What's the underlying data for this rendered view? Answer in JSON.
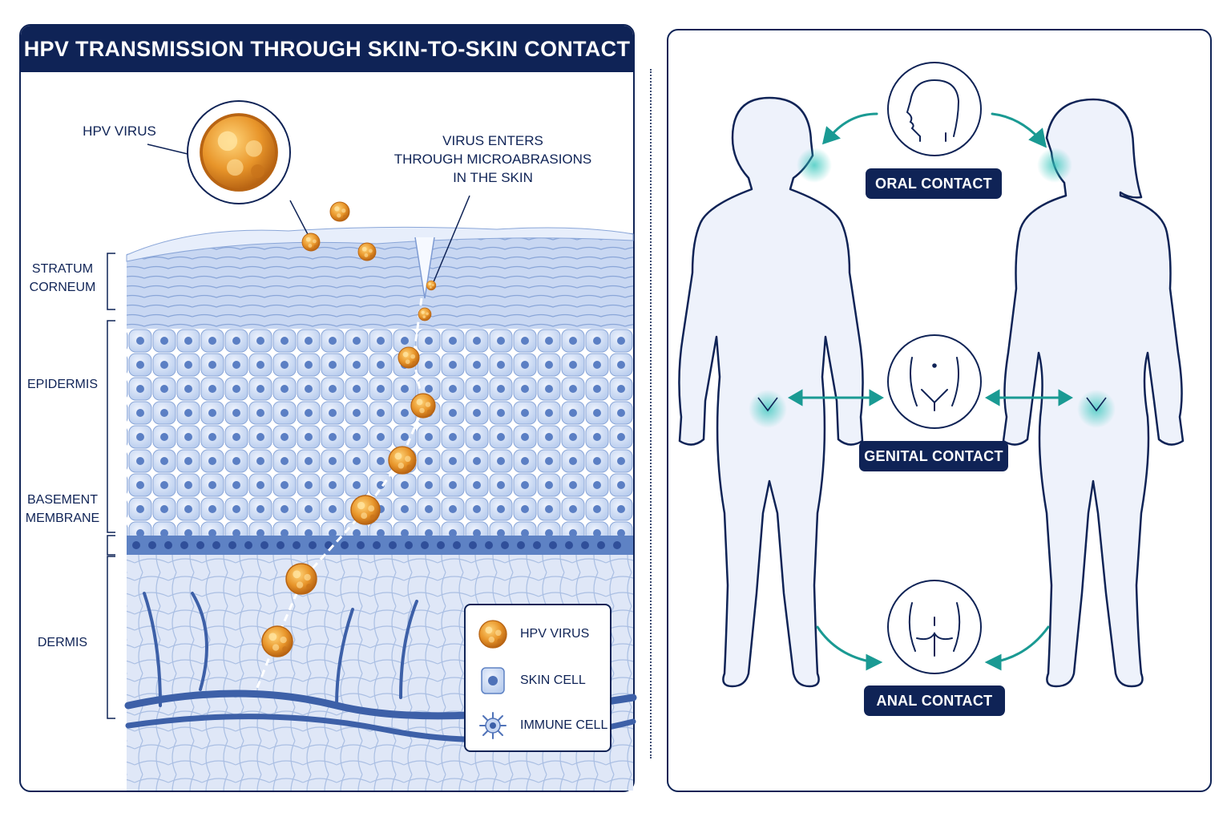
{
  "title": "HPV TRANSMISSION THROUGH SKIN-TO-SKIN CONTACT",
  "left": {
    "virus_callout": "HPV VIRUS",
    "entry_callout_lines": [
      "VIRUS ENTERS",
      "THROUGH MICROABRASIONS",
      "IN THE SKIN"
    ],
    "layers": {
      "stratum_corneum": [
        "STRATUM",
        "CORNEUM"
      ],
      "epidermis": "EPIDERMIS",
      "basement_membrane": [
        "BASEMENT",
        "MEMBRANE"
      ],
      "dermis": "DERMIS"
    },
    "legend": [
      {
        "icon": "hpv-virus-icon",
        "label": "HPV VIRUS"
      },
      {
        "icon": "skin-cell-icon",
        "label": "SKIN CELL"
      },
      {
        "icon": "immune-cell-icon",
        "label": "IMMUNE CELL"
      }
    ]
  },
  "right": {
    "routes": [
      {
        "icon": "head-icon",
        "label": "ORAL CONTACT"
      },
      {
        "icon": "genital-icon",
        "label": "GENITAL CONTACT"
      },
      {
        "icon": "anal-icon",
        "label": "ANAL CONTACT"
      }
    ]
  },
  "colors": {
    "navy": "#0f2356",
    "teal": "#1a9a93",
    "virus_orange": "#e8952a",
    "skin_blue": "#aec3ea",
    "body_fill": "#eef2fb"
  }
}
